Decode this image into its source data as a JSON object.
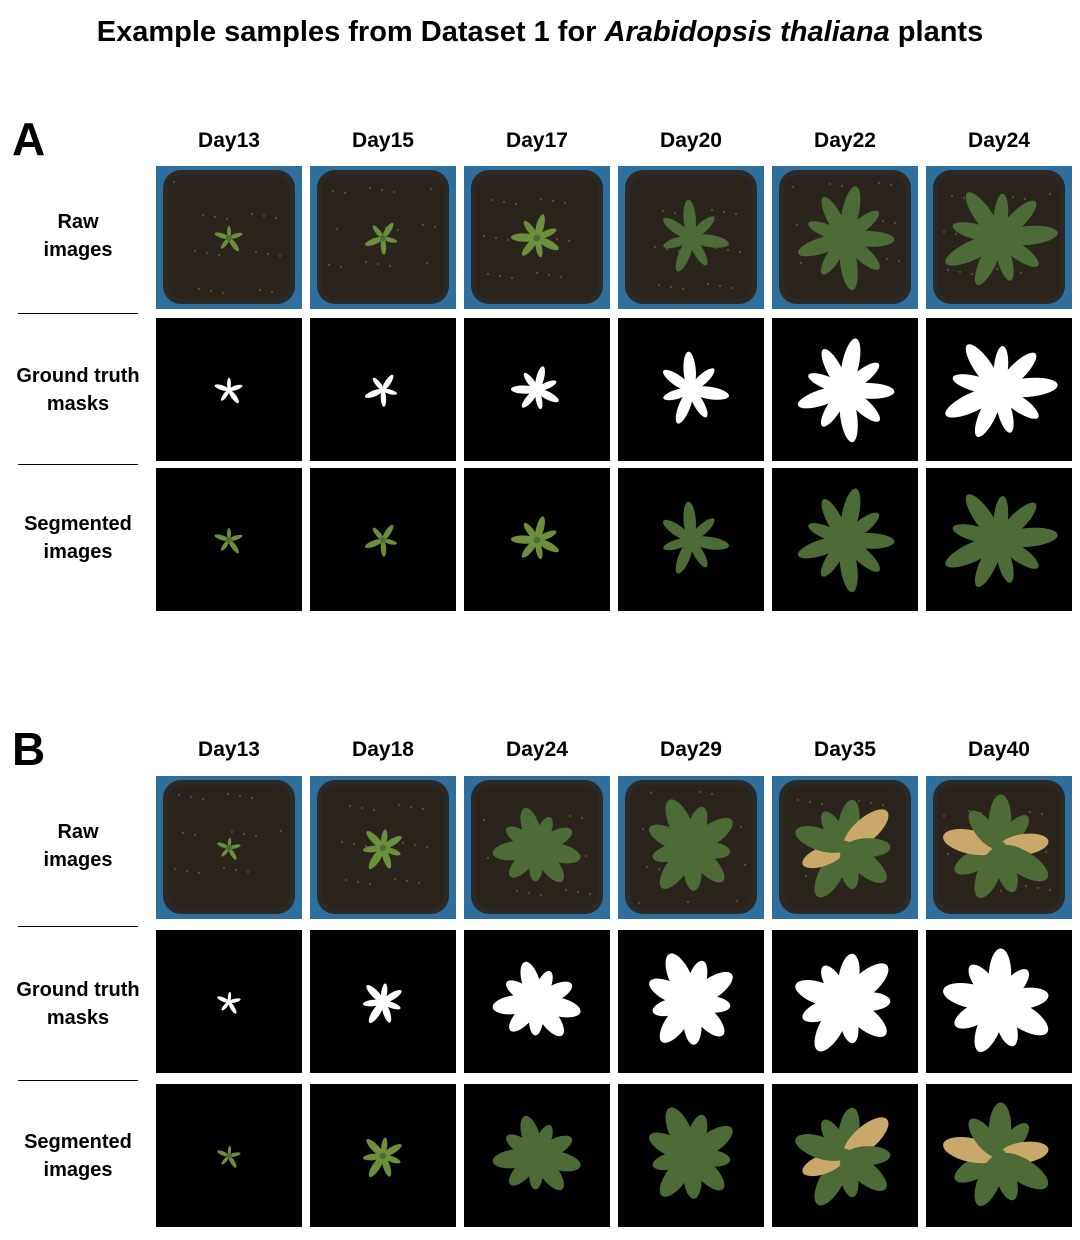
{
  "title": {
    "prefix": "Example samples from Dataset 1 for ",
    "species": "Arabidopsis thaliana",
    "suffix": " plants"
  },
  "row_labels": {
    "raw": [
      "Raw",
      "images"
    ],
    "mask": [
      "Ground truth",
      "masks"
    ],
    "seg": [
      "Segmented",
      "images"
    ]
  },
  "panels": [
    {
      "letter": "A",
      "days": [
        "Day13",
        "Day15",
        "Day17",
        "Day20",
        "Day22",
        "Day24"
      ],
      "plant_scale": [
        0.26,
        0.31,
        0.42,
        0.62,
        0.85,
        0.95
      ]
    },
    {
      "letter": "B",
      "days": [
        "Day13",
        "Day18",
        "Day24",
        "Day29",
        "Day35",
        "Day40"
      ],
      "plant_scale": [
        0.22,
        0.4,
        0.72,
        0.85,
        0.9,
        0.92
      ]
    }
  ],
  "colors": {
    "tray_blue": "#2f6f9e",
    "pot": "#2b2a27",
    "soil": "#2a241d",
    "leaf_young": "#6b8f3a",
    "leaf_mature": "#4c6b36",
    "leaf_senescent": "#c9a86a",
    "mask_fg": "#ffffff",
    "mask_bg": "#000000"
  }
}
